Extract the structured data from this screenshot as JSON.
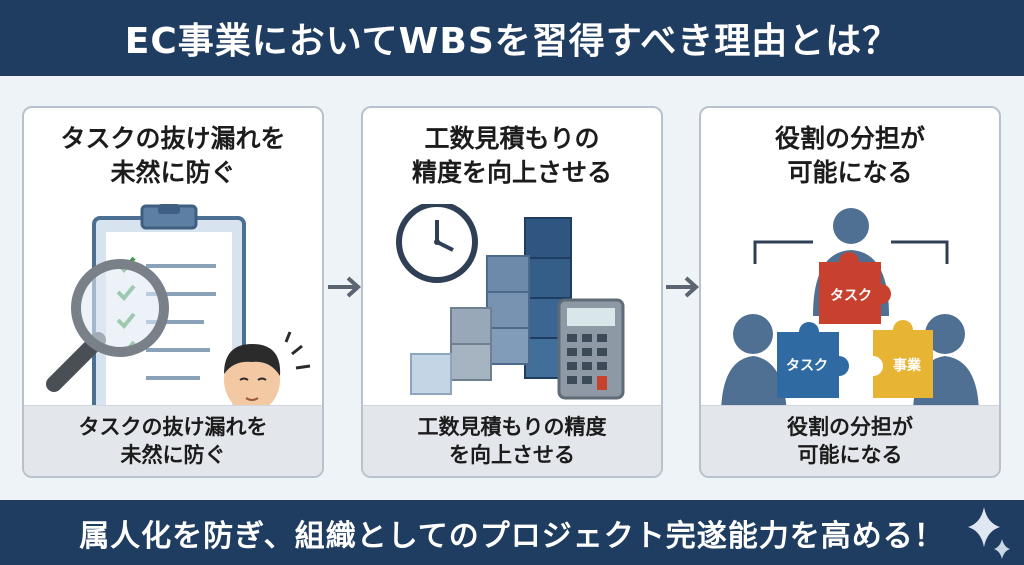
{
  "header": {
    "title": "EC事業においてWBSを習得すべき理由とは？"
  },
  "panels": [
    {
      "title_lines": [
        "タスクの抜け漏れを",
        "未然に防ぐ"
      ],
      "caption_lines": [
        "タスクの抜け漏れを",
        "未然に防ぐ"
      ],
      "icons": [
        "clipboard-checklist-icon",
        "magnifying-glass-icon",
        "thinking-person-icon"
      ]
    },
    {
      "title_lines": [
        "工数見積もりの",
        "精度を向上させる"
      ],
      "caption_lines": [
        "工数見積もりの精度",
        "を向上させる"
      ],
      "icons": [
        "clock-icon",
        "stacked-blocks-icon",
        "calculator-icon"
      ]
    },
    {
      "title_lines": [
        "役割の分担が",
        "可能になる"
      ],
      "caption_lines": [
        "役割の分担が",
        "可能になる"
      ],
      "puzzle_labels": [
        "タスク",
        "タスク",
        "事業"
      ],
      "icons": [
        "team-people-icon",
        "puzzle-pieces-icon"
      ]
    }
  ],
  "footer": {
    "text": "属人化を防ぎ、組織としてのプロジェクト完遂能力を高める！"
  },
  "colors": {
    "navy": "#1f3c61",
    "panel_border": "#b9c2cc",
    "caption_bg": "#e3e6ea",
    "person_blue": "#4f6f93",
    "puzzle_red": "#c8402e",
    "puzzle_blue": "#2f6aa3",
    "puzzle_yellow": "#e8b434",
    "check_green": "#3e9a4a"
  }
}
